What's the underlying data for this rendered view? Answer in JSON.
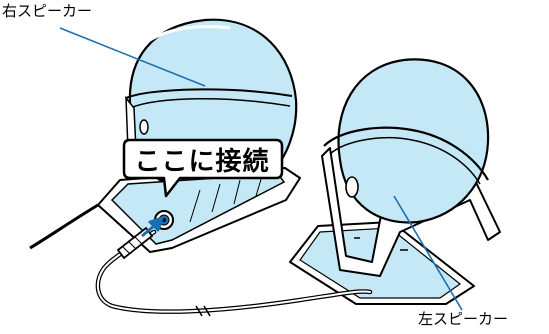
{
  "labels": {
    "right_speaker": "右スピーカー",
    "left_speaker": "左スピーカー",
    "connect_here": "ここに接続"
  },
  "colors": {
    "speaker_fill": "#c5e8f6",
    "outline": "#000000",
    "leader": "#1a6fb0",
    "background": "#ffffff"
  }
}
